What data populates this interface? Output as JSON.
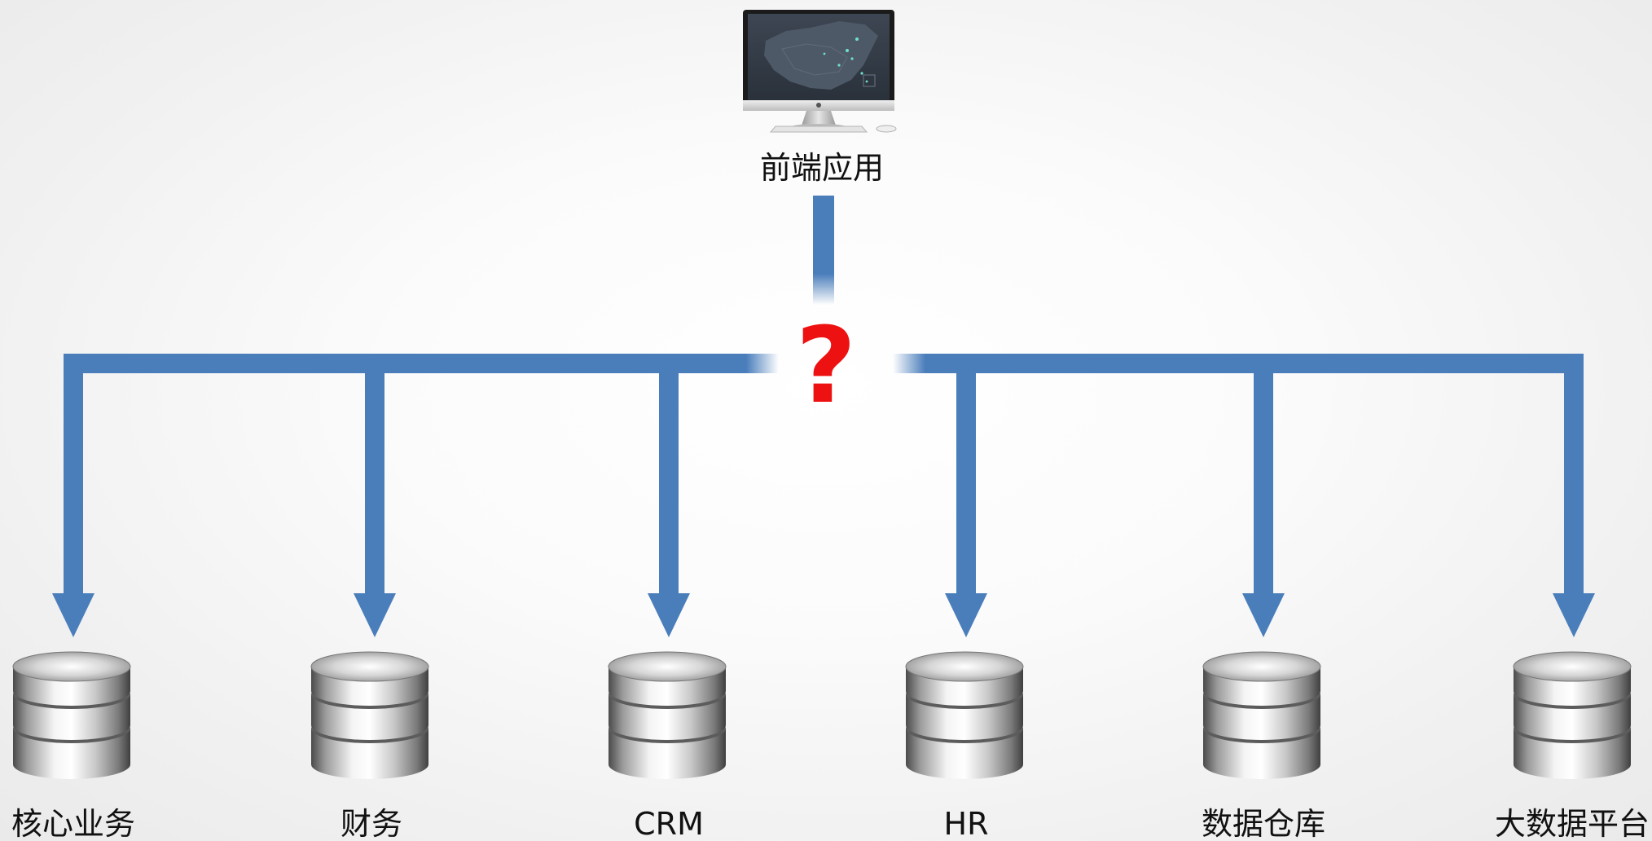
{
  "frontend": {
    "label": "前端应用",
    "icon": "desktop-computer-icon"
  },
  "hub": {
    "symbol": "?",
    "color": "#ee1111"
  },
  "connector_color": "#4a7ebb",
  "databases": [
    {
      "label": "核心业务",
      "icon": "database-icon"
    },
    {
      "label": "财务",
      "icon": "database-icon"
    },
    {
      "label": "CRM",
      "icon": "database-icon"
    },
    {
      "label": "HR",
      "icon": "database-icon"
    },
    {
      "label": "数据仓库",
      "icon": "database-icon"
    },
    {
      "label": "大数据平台",
      "icon": "database-icon"
    }
  ]
}
